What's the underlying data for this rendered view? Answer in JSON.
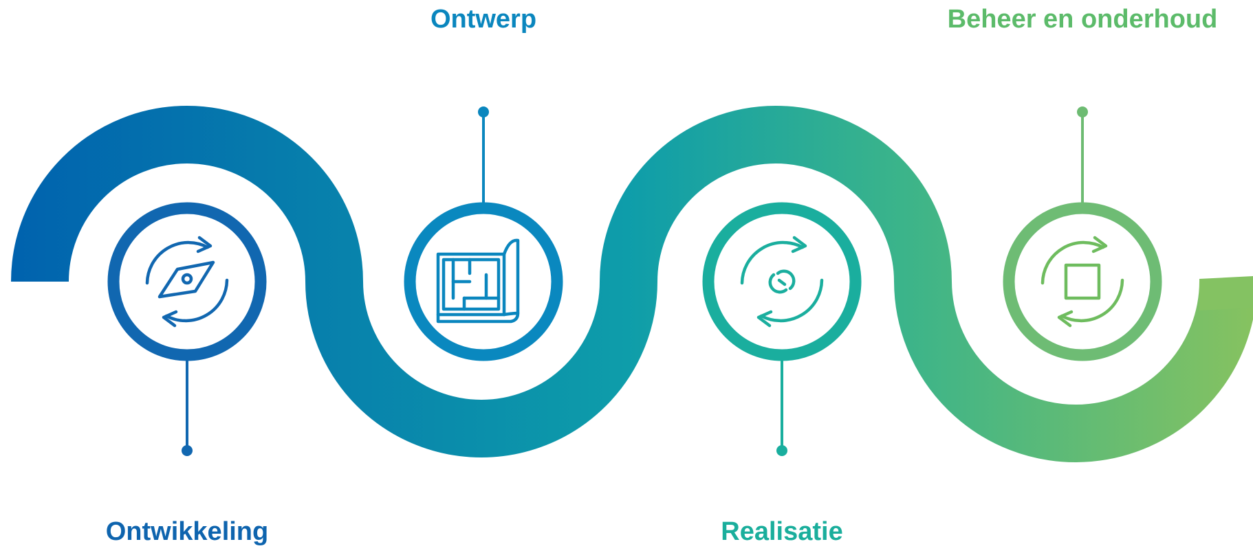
{
  "diagram": {
    "stages": [
      {
        "label": "Ontwikkeling",
        "icon": "compass-cycle-icon",
        "color": "#0E64AE"
      },
      {
        "label": "Ontwerp",
        "icon": "blueprint-icon",
        "color": "#0A86BE"
      },
      {
        "label": "Realisatie",
        "icon": "link-cycle-icon",
        "color": "#1AAE9C"
      },
      {
        "label": "Beheer en onderhoud",
        "icon": "square-cycle-icon",
        "color": "#5CBB6A"
      }
    ],
    "gradient": {
      "start": "#0061AE",
      "mid": "#0E9DAA",
      "mid2": "#3BB48A",
      "end": "#86C260"
    }
  }
}
